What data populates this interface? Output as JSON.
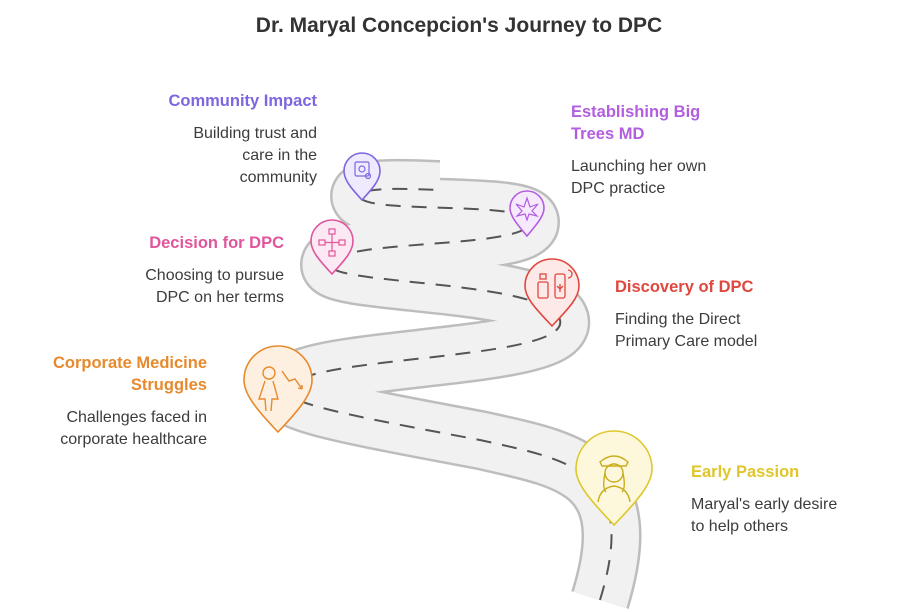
{
  "title": "Dr. Maryal Concepcion's Journey to DPC",
  "steps": [
    {
      "id": "community-impact",
      "heading": "Community Impact",
      "desc_lines": [
        "Building trust and",
        "care in the",
        "community"
      ],
      "color": "#7f66e0",
      "icon": "community-icon"
    },
    {
      "id": "big-trees",
      "heading_lines": [
        "Establishing Big",
        "Trees MD"
      ],
      "desc_lines": [
        "Launching her own",
        "DPC practice"
      ],
      "color": "#b35ee0",
      "icon": "cannabis-leaf-icon"
    },
    {
      "id": "decision",
      "heading": "Decision for DPC",
      "desc_lines": [
        "Choosing to pursue",
        "DPC on her terms"
      ],
      "color": "#e0559c",
      "icon": "flowchart-icon"
    },
    {
      "id": "discovery",
      "heading": "Discovery of DPC",
      "desc_lines": [
        "Finding the Direct",
        "Primary Care model"
      ],
      "color": "#e0473f",
      "icon": "pharmacy-icon"
    },
    {
      "id": "corporate",
      "heading_lines": [
        "Corporate Medicine",
        "Struggles"
      ],
      "desc_lines": [
        "Challenges faced in",
        "corporate healthcare"
      ],
      "color": "#e68a2e",
      "icon": "decline-icon"
    },
    {
      "id": "early-passion",
      "heading": "Early Passion",
      "desc_lines": [
        "Maryal's early desire",
        "to help others"
      ],
      "color": "#e0c62b",
      "icon": "nurse-icon"
    }
  ]
}
